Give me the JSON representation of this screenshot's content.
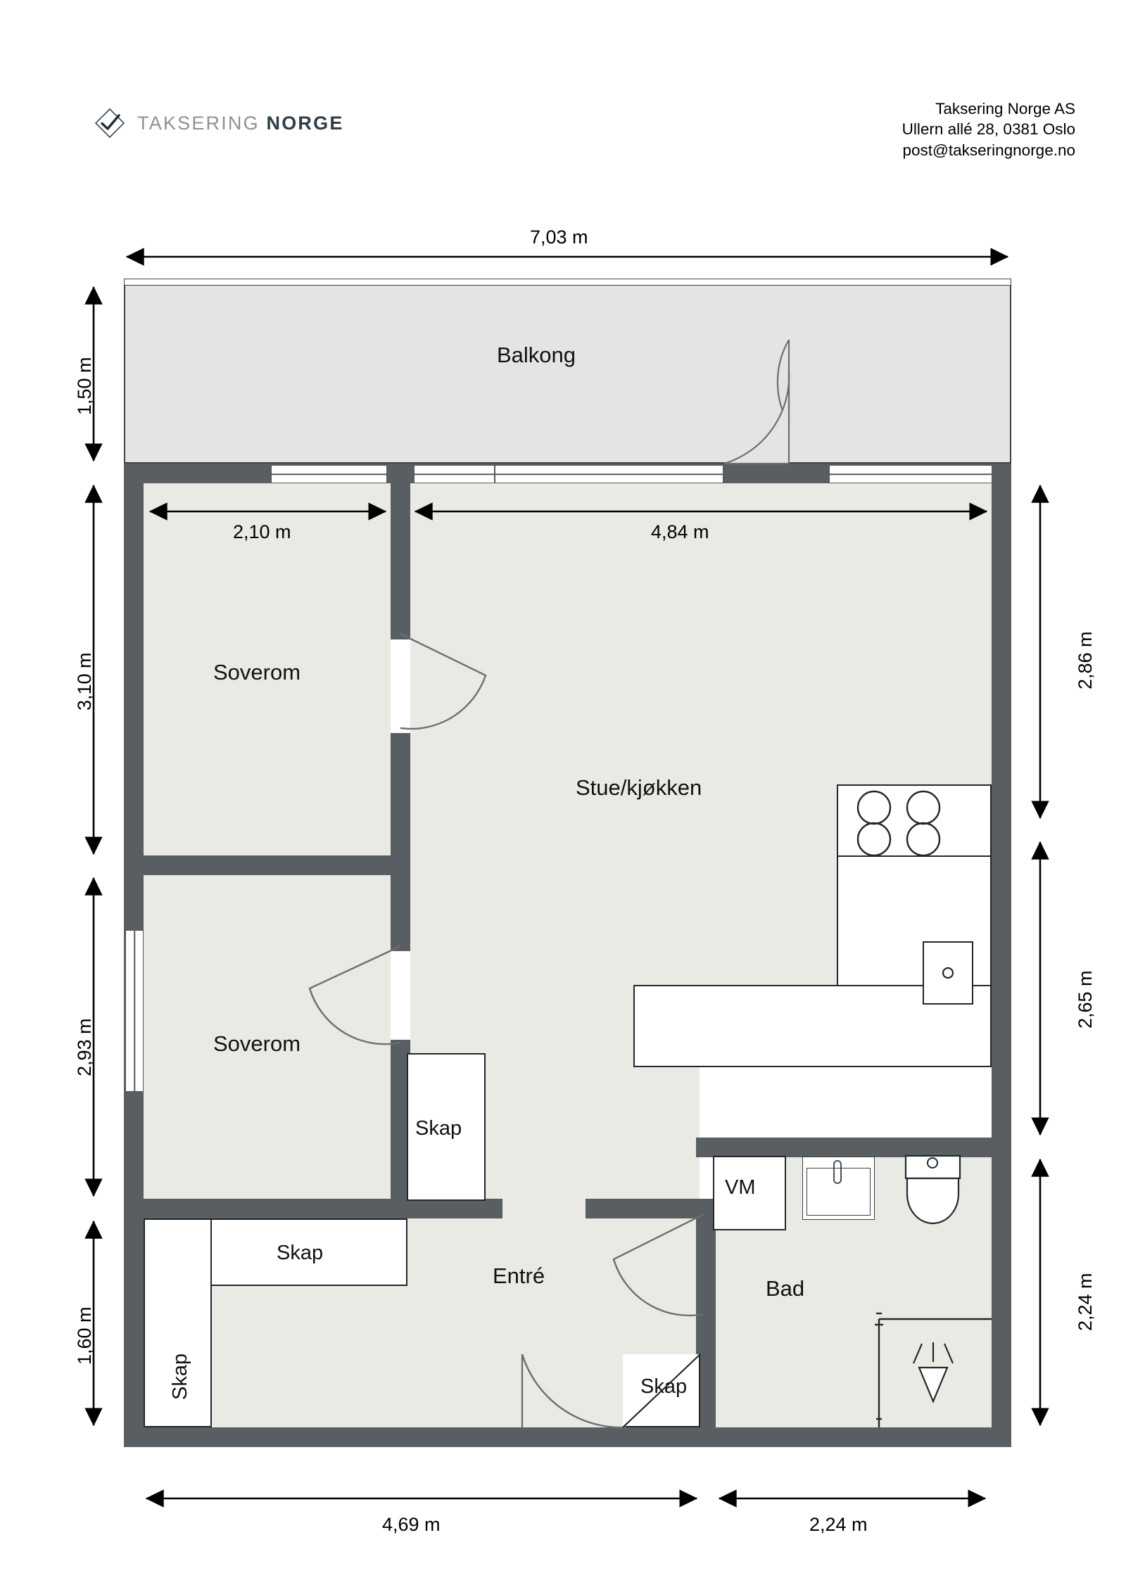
{
  "header": {
    "logo_icon": "diamond-check-icon",
    "logo_text_light": "TAKSERING",
    "logo_text_dark": "NORGE",
    "company": "Taksering Norge AS",
    "address": "Ullern allé 28, 0381 Oslo",
    "email": "post@takseringnorge.no"
  },
  "rooms": [
    {
      "id": "balkong",
      "label": "Balkong"
    },
    {
      "id": "soverom-1",
      "label": "Soverom"
    },
    {
      "id": "soverom-2",
      "label": "Soverom"
    },
    {
      "id": "stue-kjokken",
      "label": "Stue/kjøkken"
    },
    {
      "id": "entre",
      "label": "Entré"
    },
    {
      "id": "bad",
      "label": "Bad"
    }
  ],
  "closets": [
    {
      "id": "skap-middle",
      "label": "Skap"
    },
    {
      "id": "skap-entre-top",
      "label": "Skap"
    },
    {
      "id": "skap-entre-left",
      "label": "Skap"
    },
    {
      "id": "skap-entre-bottom",
      "label": "Skap"
    }
  ],
  "appliances": [
    {
      "id": "washing-machine",
      "label": "VM"
    }
  ],
  "dimensions": {
    "top": [
      {
        "id": "total-width",
        "value": "7,03 m"
      }
    ],
    "inner_top": [
      {
        "id": "soverom-width",
        "value": "2,10 m"
      },
      {
        "id": "stue-width",
        "value": "4,84 m"
      }
    ],
    "left": [
      {
        "id": "balkong-depth",
        "value": "1,50 m"
      },
      {
        "id": "soverom1-depth",
        "value": "3,10 m"
      },
      {
        "id": "soverom2-depth",
        "value": "2,93 m"
      },
      {
        "id": "entre-depth",
        "value": "1,60 m"
      }
    ],
    "right": [
      {
        "id": "stue-depth",
        "value": "2,86 m"
      },
      {
        "id": "kjokken-depth",
        "value": "2,65 m"
      },
      {
        "id": "bad-depth",
        "value": "2,24 m"
      }
    ],
    "bottom": [
      {
        "id": "left-width",
        "value": "4,69 m"
      },
      {
        "id": "bad-width",
        "value": "2,24 m"
      }
    ]
  },
  "colors": {
    "wall": "#585e62",
    "room_fill": "#e9eae4",
    "balcony_fill": "#e3e4e3",
    "fixture_stroke": "#23272a",
    "text": "#111111",
    "logo_light": "#8b9297",
    "logo_dark": "#2f3e46"
  }
}
